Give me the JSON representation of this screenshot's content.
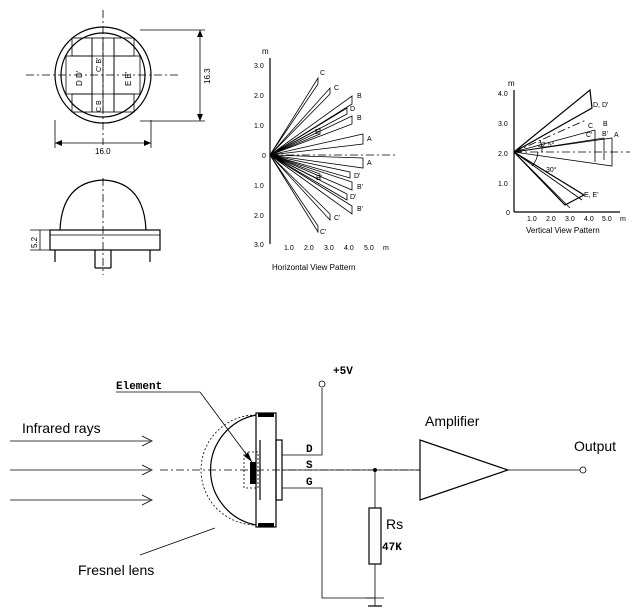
{
  "top_view": {
    "dimension_width": "16.0",
    "dimension_height": "16.3",
    "left_window_label": "D  D'",
    "right_window_label": "E  E'",
    "center_top_label": "C'  B'",
    "center_bottom_label": "C   B"
  },
  "side_view": {
    "dimension_height": "5.2"
  },
  "horizontal_pattern": {
    "title": "Horizontal View Pattern",
    "axis_unit_y": "m",
    "axis_unit_x": "m",
    "y_ticks": [
      "3.0",
      "2.0",
      "1.0",
      "0",
      "1.0",
      "2.0",
      "3.0"
    ],
    "x_ticks": [
      "1.0",
      "2.0",
      "3.0",
      "4.0",
      "5.0"
    ],
    "zone_labels": [
      "C",
      "C",
      "B",
      "D",
      "B",
      "E",
      "A",
      "A",
      "D'",
      "E'",
      "B'",
      "D'",
      "B'",
      "C'",
      "C'"
    ]
  },
  "vertical_pattern": {
    "title": "Vertical View Pattern",
    "axis_unit_y": "m",
    "axis_unit_x": "m",
    "y_ticks": [
      "4.0",
      "3.0",
      "2.0",
      "1.0",
      "0"
    ],
    "x_ticks": [
      "1.0",
      "2.0",
      "3.0",
      "4.0",
      "5.0"
    ],
    "zone_labels": [
      "D, D'",
      "C",
      "B",
      "C'",
      "B'",
      "A",
      "E, E'"
    ],
    "angle_1": "22.5°",
    "angle_2": "30°"
  },
  "circuit": {
    "infrared_label": "Infrared rays",
    "element_label": "Element",
    "fresnel_label": "Fresnel lens",
    "supply_label": "+5V",
    "pin_d": "D",
    "pin_s": "S",
    "pin_g": "G",
    "amplifier_label": "Amplifier",
    "output_label": "Output",
    "resistor_name": "Rs",
    "resistor_value": "47K"
  }
}
